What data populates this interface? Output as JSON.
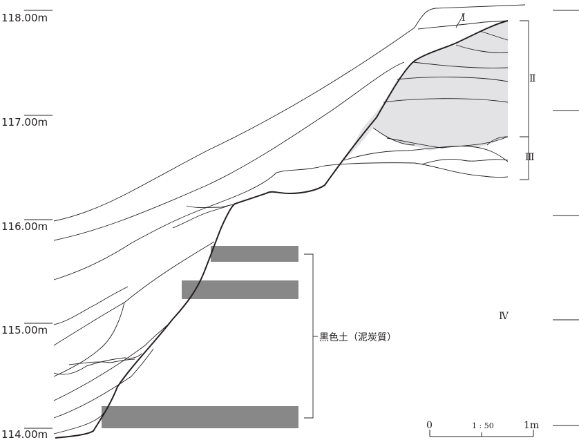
{
  "elevation_labels": [
    "118.00m",
    "117.00m",
    "116.00m",
    "115.00m",
    "114.00m"
  ],
  "layers": {
    "layer_1": "I",
    "layer_2": "Ⅱ",
    "layer_3": "Ⅲ",
    "layer_4": "Ⅳ"
  },
  "annotation": "黒色土（泥炭質）",
  "scale": {
    "zero": "0",
    "ratio": "1 : 50",
    "one": "1m"
  },
  "colors": {
    "line": "#231f20",
    "shade": "#e3e3e5",
    "peat_bar": "#888888",
    "background": "#ffffff"
  }
}
